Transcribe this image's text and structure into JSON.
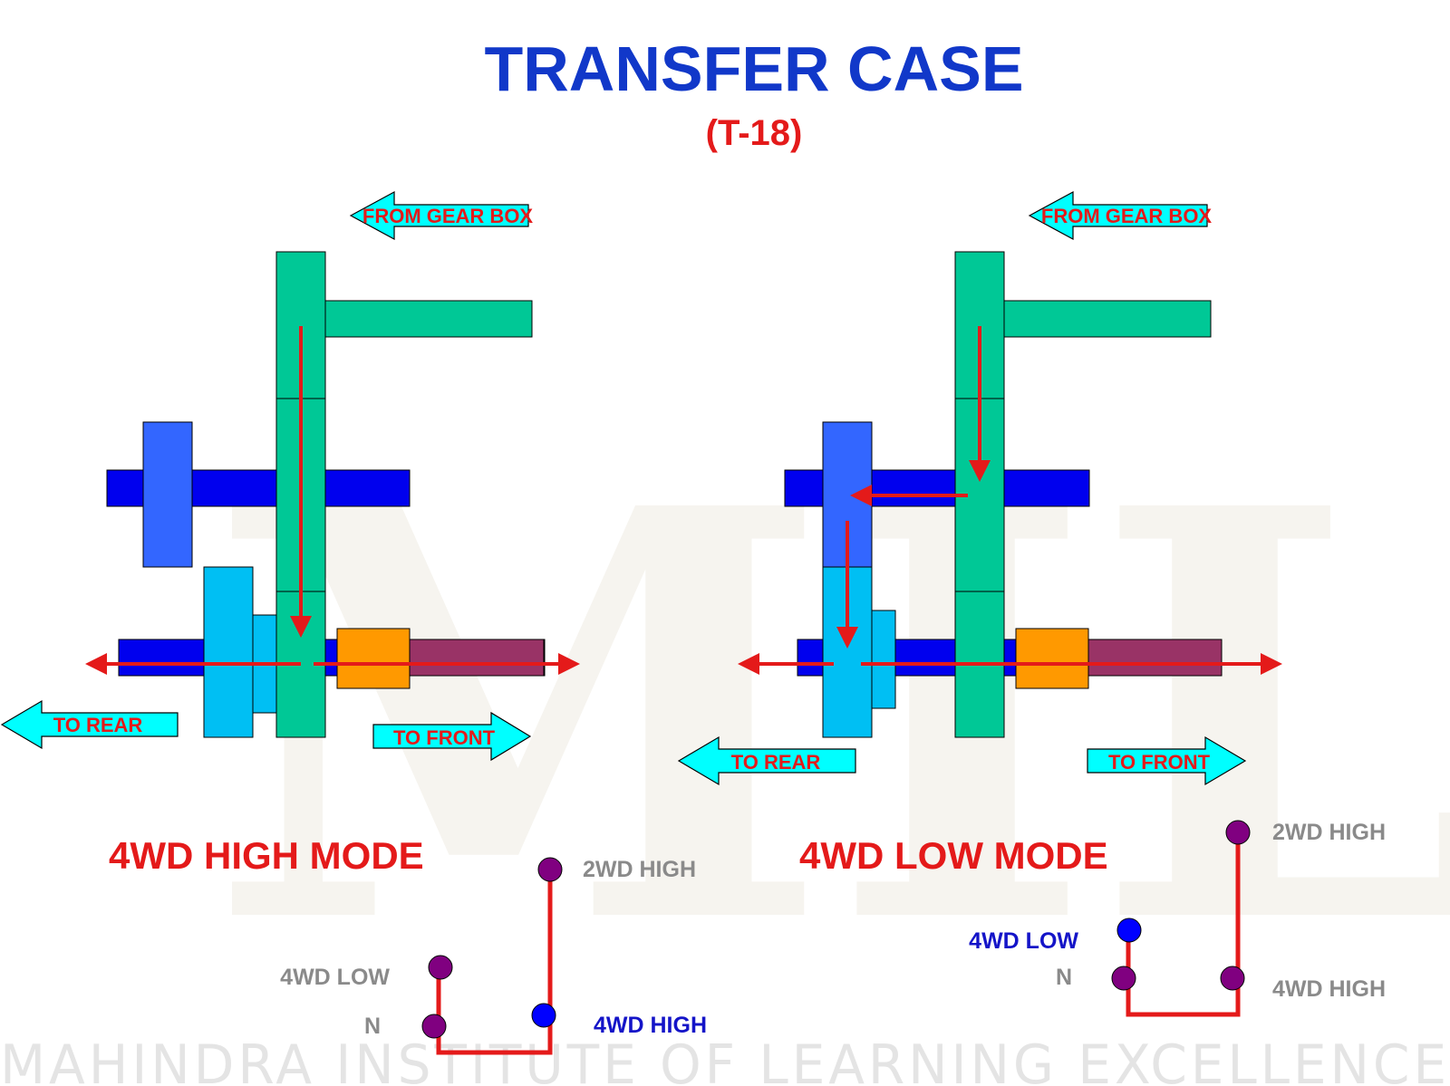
{
  "title": "TRANSFER CASE",
  "subtitle": "(T-18)",
  "watermark": {
    "logo_text": "MILE",
    "footer_text": "MAHINDRA INSTITUTE OF LEARNING EXCELLENCE"
  },
  "colors": {
    "title": "#1138c9",
    "accent_red": "#e41a1a",
    "gear_green": "#00c896",
    "shaft_blue": "#0000ee",
    "gear_blue": "#3366ff",
    "gear_light_blue": "#00bff3",
    "orange": "#ff9900",
    "maroon": "#993366",
    "cyan_arrow": "#00ffff",
    "knob_purple": "#800080",
    "knob_blue": "#0000ff"
  },
  "left_diagram": {
    "input_label": "FROM GEAR BOX",
    "rear_label": "TO REAR",
    "front_label": "TO FRONT",
    "mode_label": "4WD HIGH MODE",
    "shifter": {
      "positions": [
        "2WD HIGH",
        "4WD LOW",
        "N",
        "4WD HIGH"
      ],
      "selected": "4WD HIGH"
    }
  },
  "right_diagram": {
    "input_label": "FROM GEAR BOX",
    "rear_label": "TO REAR",
    "front_label": "TO FRONT",
    "mode_label": "4WD LOW MODE",
    "shifter": {
      "positions": [
        "2WD HIGH",
        "4WD LOW",
        "N",
        "4WD HIGH"
      ],
      "selected": "4WD LOW"
    }
  }
}
